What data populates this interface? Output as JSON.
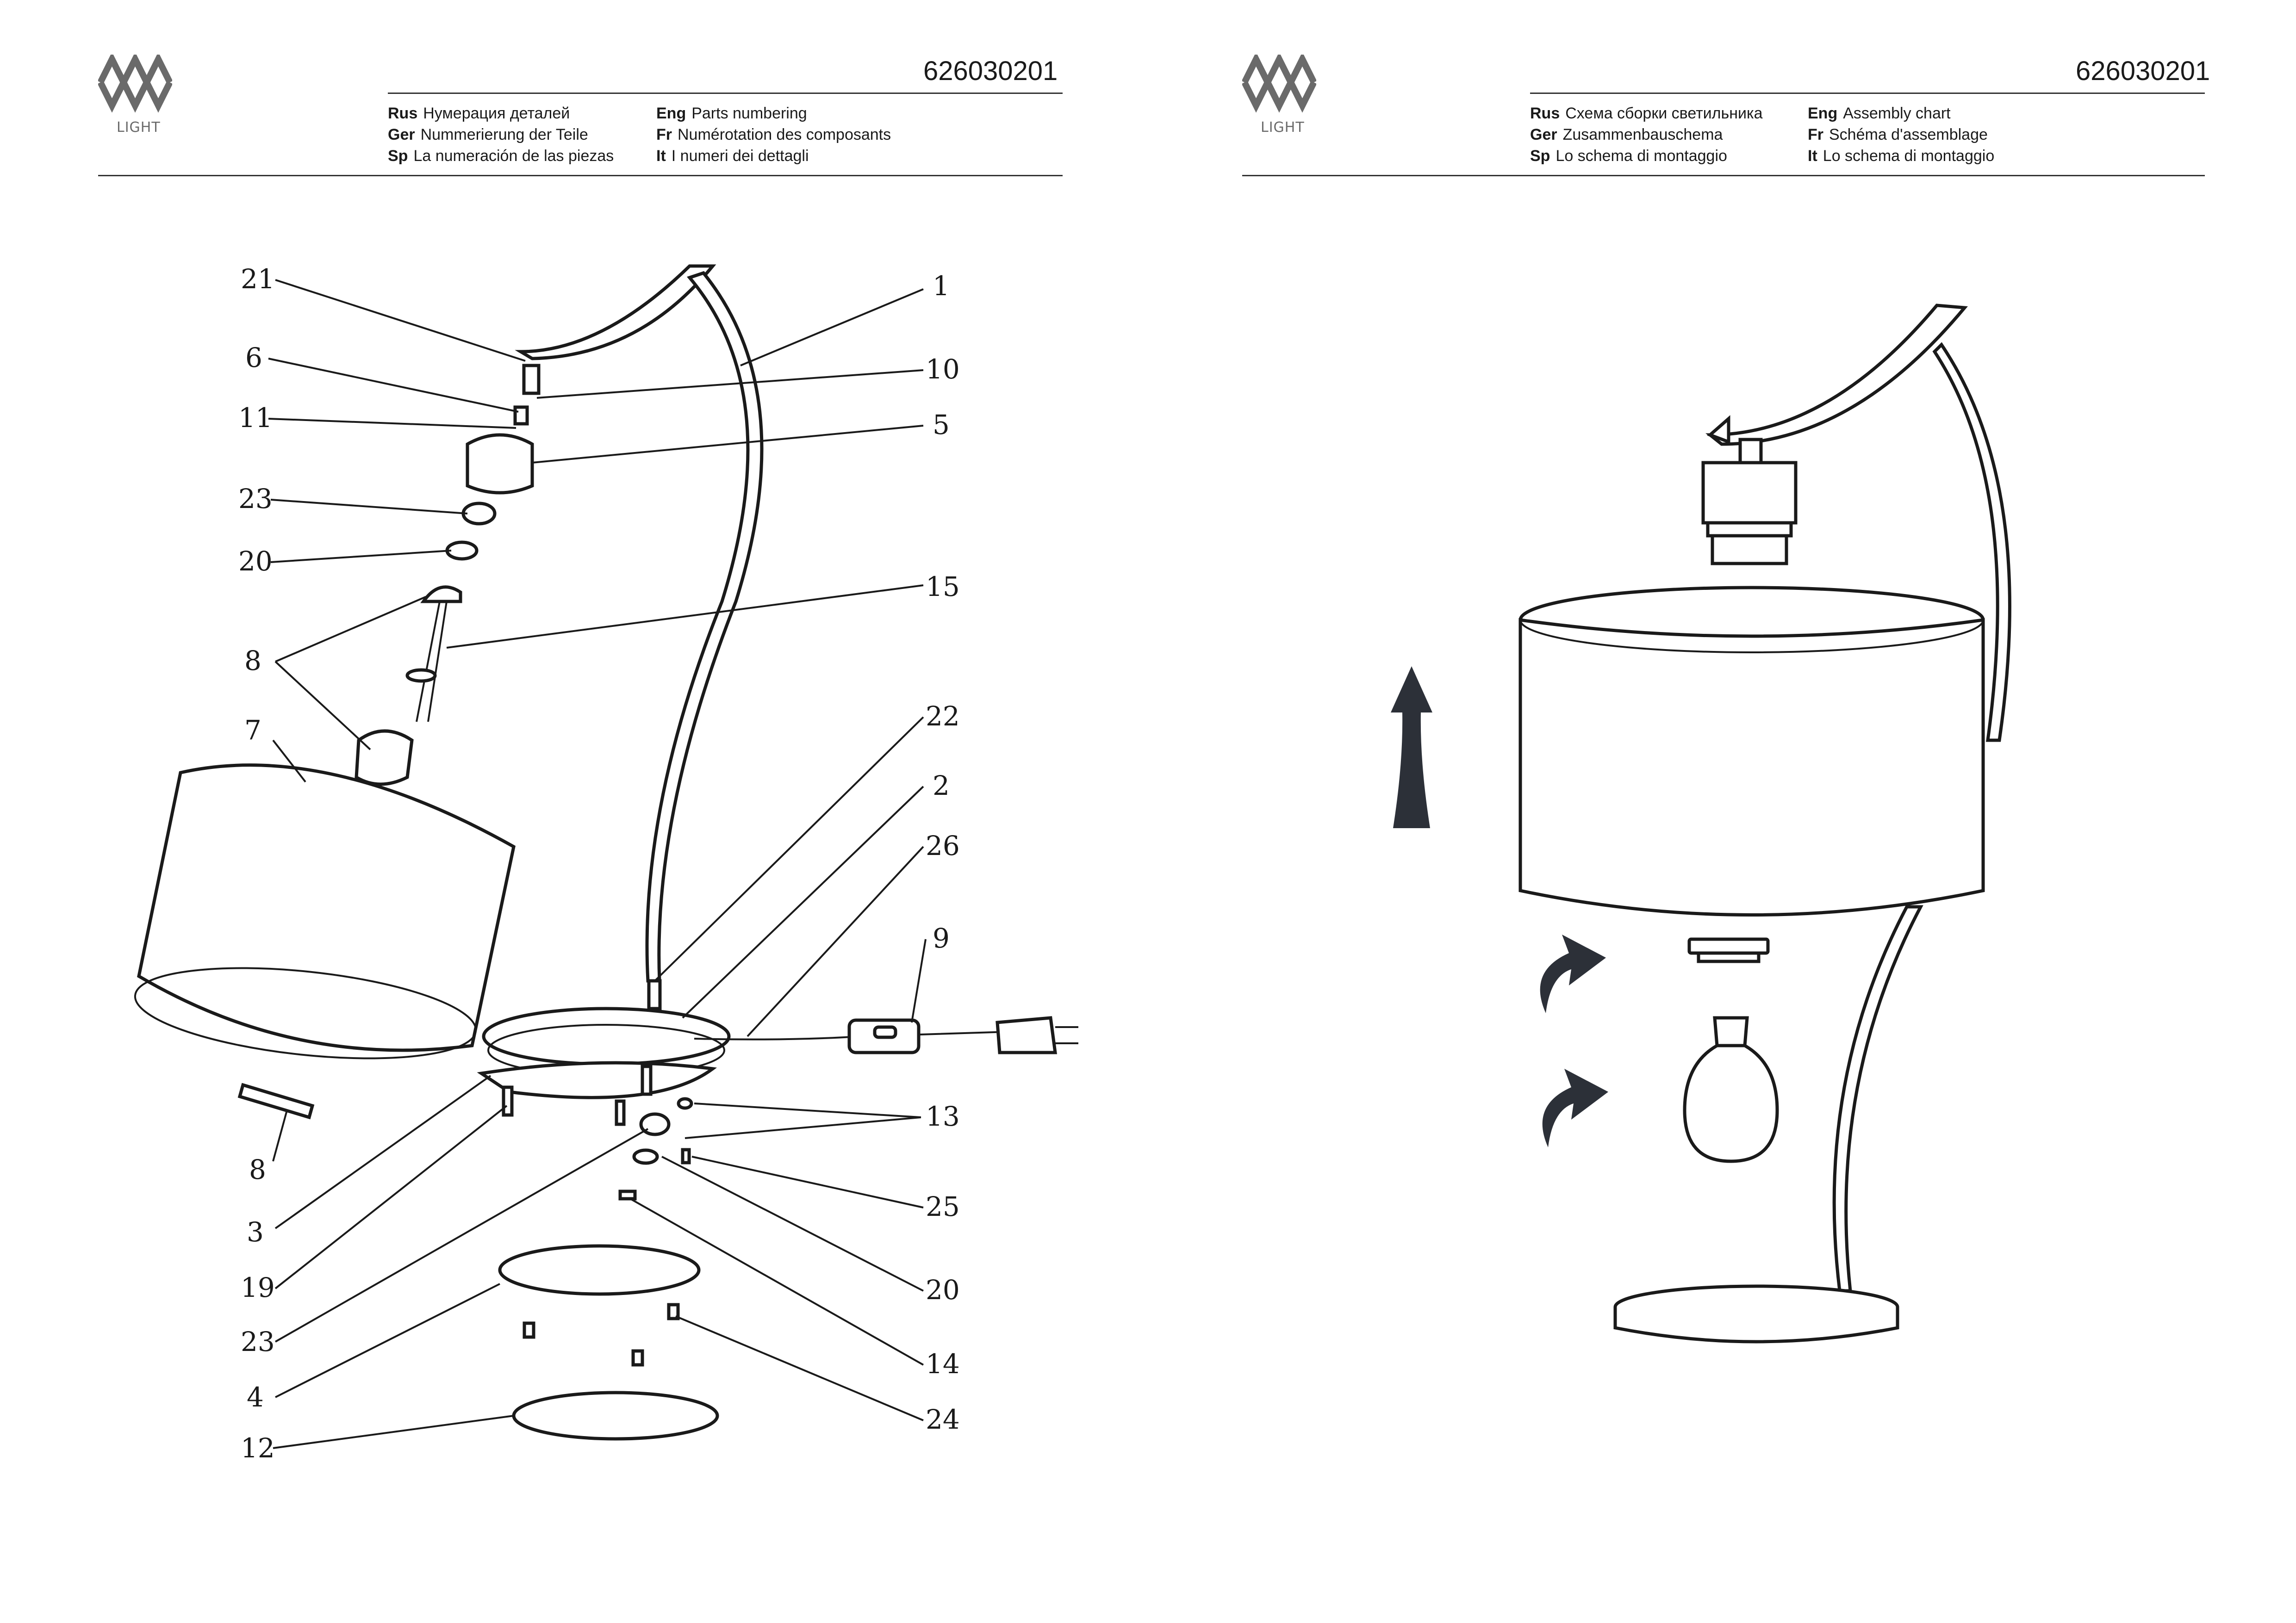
{
  "left_page": {
    "logo_text": "LIGHT",
    "code": "626030201",
    "captions": [
      {
        "lang": "Rus",
        "text": "Нумерация деталей"
      },
      {
        "lang": "Ger",
        "text": "Nummerierung der Teile"
      },
      {
        "lang": "Sp",
        "text": "La numeración de las piezas"
      },
      {
        "lang": "Eng",
        "text": "Parts numbering"
      },
      {
        "lang": "Fr",
        "text": "Numérotation des composants"
      },
      {
        "lang": "It",
        "text": "I numeri dei dettagli"
      }
    ],
    "part_labels": {
      "p21": "21",
      "p6": "6",
      "p11": "11",
      "p23a": "23",
      "p20a": "20",
      "p8a": "8",
      "p7": "7",
      "p8b": "8",
      "p3": "3",
      "p19": "19",
      "p23b": "23",
      "p4": "4",
      "p12": "12",
      "p1": "1",
      "p10": "10",
      "p5": "5",
      "p15": "15",
      "p22": "22",
      "p2": "2",
      "p26": "26",
      "p9": "9",
      "p13": "13",
      "p25": "25",
      "p20b": "20",
      "p14": "14",
      "p24": "24"
    }
  },
  "right_page": {
    "logo_text": "LIGHT",
    "code": "626030201",
    "captions": [
      {
        "lang": "Rus",
        "text": "Схема сборки светильника"
      },
      {
        "lang": "Ger",
        "text": "Zusammenbauschema"
      },
      {
        "lang": "Sp",
        "text": "Lo schema di montaggio"
      },
      {
        "lang": "Eng",
        "text": "Assembly chart"
      },
      {
        "lang": "Fr",
        "text": "Schéma d'assemblage"
      },
      {
        "lang": "It",
        "text": "Lo schema di montaggio"
      }
    ]
  }
}
